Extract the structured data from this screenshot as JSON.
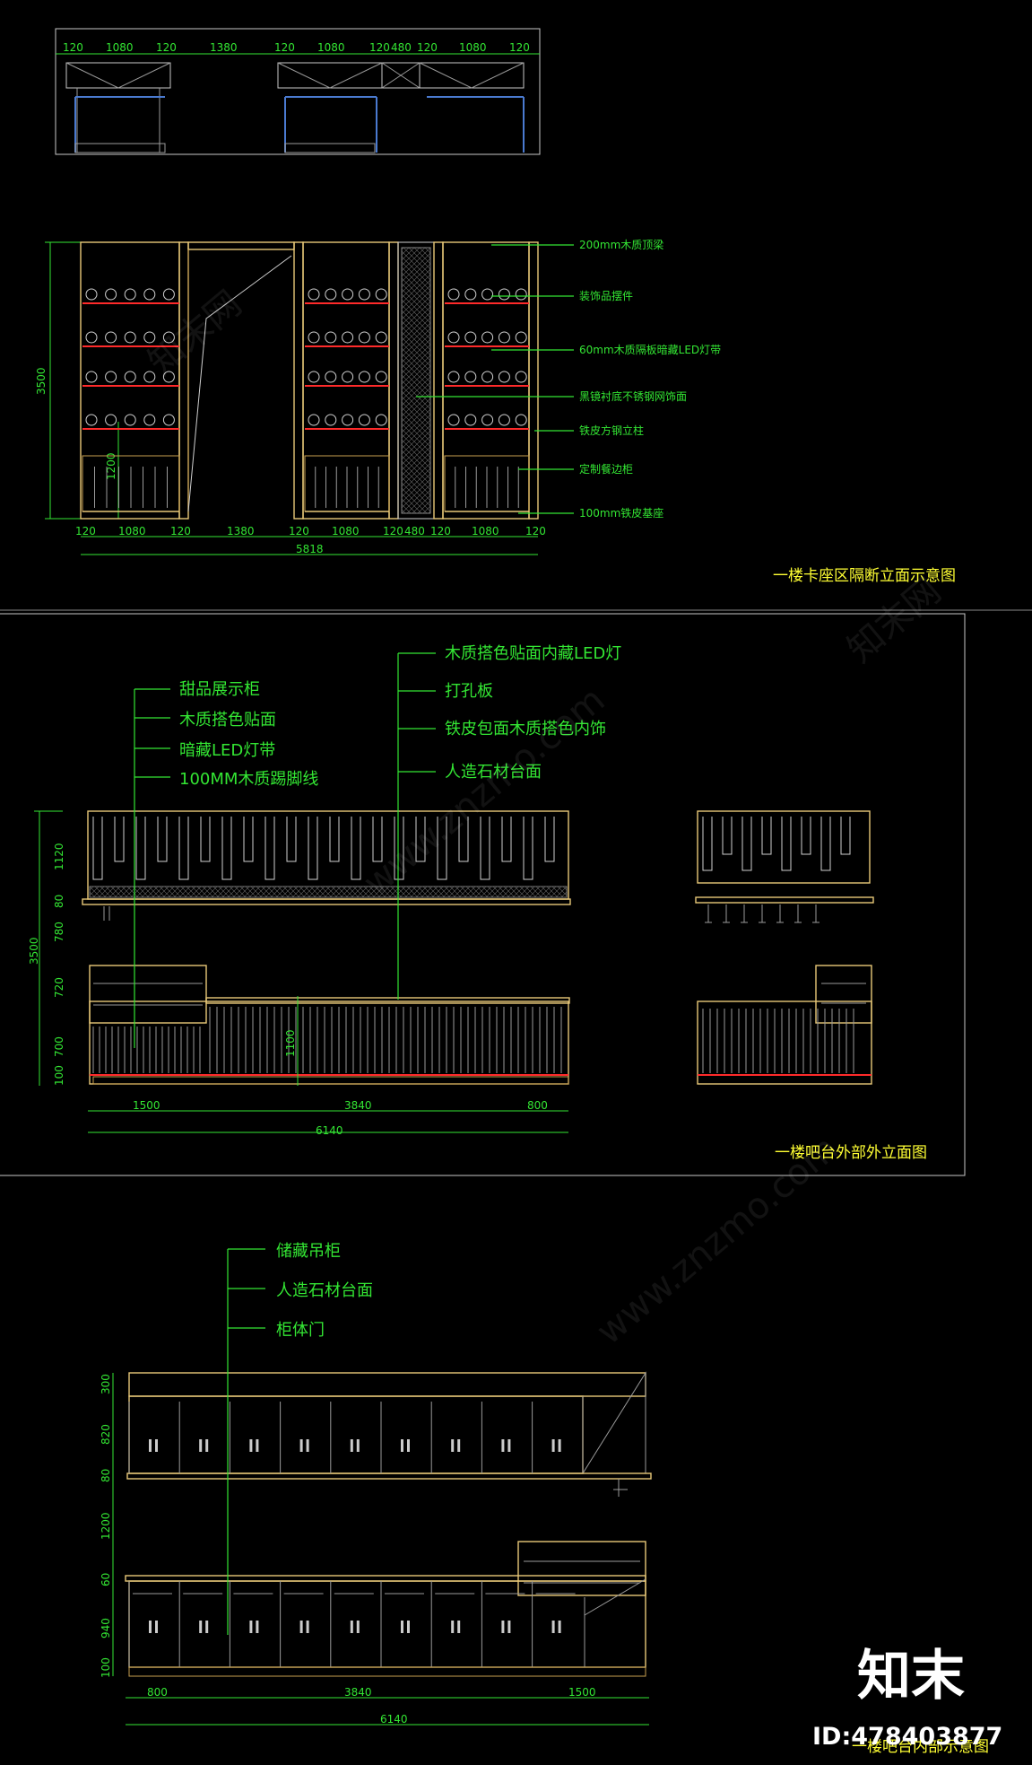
{
  "colors": {
    "background": "#000000",
    "dimension": "#33e633",
    "title": "#ffff33",
    "wood": "#e8c878",
    "accent_red": "#ff2a2a"
  },
  "section1": {
    "title": "一楼卡座区隔断立面示意图",
    "plan_dims": [
      "120",
      "1080",
      "120",
      "1380",
      "120",
      "1080",
      "120",
      "480",
      "120",
      "1080",
      "120"
    ],
    "elev_dims": [
      "120",
      "1080",
      "120",
      "1380",
      "120",
      "1080",
      "120",
      "480",
      "120",
      "1080",
      "120"
    ],
    "total": "5818",
    "height": "3500",
    "sub_height": "1200",
    "callouts": [
      "200mm木质顶梁",
      "装饰品摆件",
      "60mm木质隔板暗藏LED灯带",
      "黑镜衬底不锈钢网饰面",
      "铁皮方钢立柱",
      "定制餐边柜",
      "100mm铁皮基座"
    ]
  },
  "section2": {
    "title": "一楼吧台外部外立面图",
    "callouts_left": [
      "甜品展示柜",
      "木质搭色贴面",
      "暗藏LED灯带",
      "100MM木质踢脚线"
    ],
    "callouts_right": [
      "木质搭色贴面内藏LED灯",
      "打孔板",
      "铁皮包面木质搭色内饰",
      "人造石材台面"
    ],
    "height_dims": [
      "1120",
      "80",
      "780",
      "720",
      "700",
      "100"
    ],
    "total_height": "3500",
    "counter_height": "1100",
    "width_dims": [
      "1500",
      "3840",
      "800"
    ],
    "total_width": "6140"
  },
  "section3": {
    "title": "一楼吧台内部示意图",
    "callouts": [
      "储藏吊柜",
      "人造石材台面",
      "柜体门"
    ],
    "height_dims": [
      "300",
      "820",
      "80",
      "1200",
      "60",
      "940",
      "100"
    ],
    "width_dims": [
      "800",
      "3840",
      "1500"
    ],
    "total_width": "6140"
  },
  "watermark": {
    "text1": "知末网",
    "text2": "www.znzmo.com",
    "logo": "知末",
    "id": "ID:478403877"
  }
}
